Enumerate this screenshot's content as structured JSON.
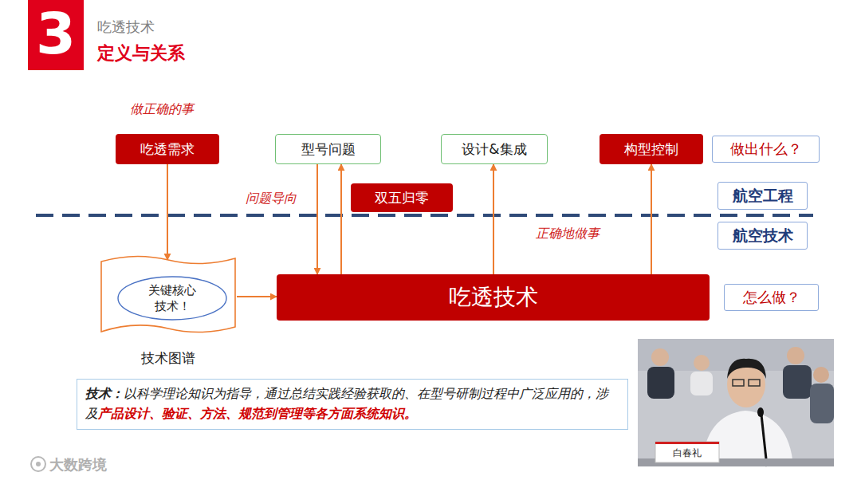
{
  "diagram": {
    "title": "定义与关系",
    "nodes": [
      {
        "text": [
          "3"
        ]
      },
      {
        "text": [
          "吃透需求"
        ]
      },
      {
        "text": [
          "型号问题"
        ]
      },
      {
        "text": [
          "设计&集成"
        ]
      },
      {
        "text": [
          "构型控制"
        ]
      },
      {
        "text": [
          "做出什么？"
        ]
      },
      {
        "text": [
          "双五归零"
        ]
      },
      {
        "text": [
          "航空工程"
        ]
      },
      {
        "text": [
          "航空技术"
        ]
      },
      {
        "text": [
          "技术图谱"
        ]
      },
      {
        "text": [
          "关键核心 技术！"
        ],
        "in": 9
      },
      {
        "text": [
          "吃透技术"
        ]
      },
      {
        "text": [
          "怎么做？"
        ]
      },
      {
        "text": [
          "技术：",
          "以科学理论知识为指导，通过总结实践经验获取的、在型号研制过程中广泛应用的，涉及",
          "产品设计、验证、方法、规范到管理等各方面系统知识。"
        ]
      }
    ],
    "edges": [
      {
        "from": 1,
        "to": 9,
        "arrow": "to"
      },
      {
        "from": 9,
        "to": 11,
        "arrow": "to"
      },
      {
        "from": 2,
        "to": 11,
        "arrow": "to"
      },
      {
        "from": 11,
        "to": 2,
        "arrow": "to"
      },
      {
        "from": 11,
        "to": 3,
        "arrow": "to"
      },
      {
        "from": 11,
        "to": 4,
        "arrow": "to"
      }
    ],
    "labels": [
      "吃透技术",
      "做正确的事",
      "问题导向",
      "正确地做事",
      "白春礼",
      "大数跨境"
    ]
  }
}
